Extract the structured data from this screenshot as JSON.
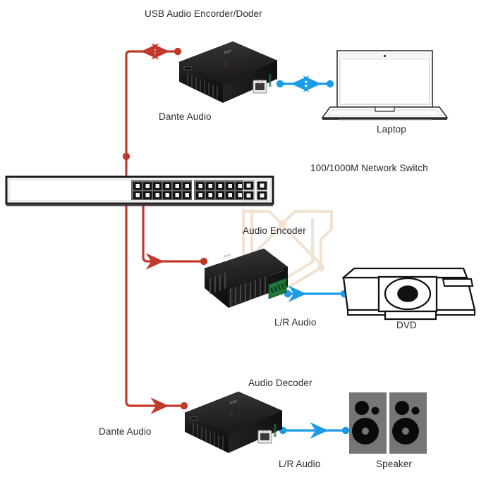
{
  "diagram": {
    "title": "USB Audio Encorder/Doder",
    "colors": {
      "link_dante": "#c0392b",
      "link_analog": "#1b9ce4",
      "device_body": "#1c1c1c",
      "speaker_body": "#767676",
      "watermark": "#f0e0d0",
      "text": "#2b2b2b"
    },
    "labels": {
      "title": "USB Audio Encorder/Doder",
      "dante_audio_top": "Dante Audio",
      "laptop": "Laptop",
      "network_switch": "100/1000M Network Switch",
      "audio_encoder": "Audio Encoder",
      "lr_audio_encoder": "L/R Audio",
      "dvd": "DVD",
      "audio_decoder": "Audio Decoder",
      "dante_audio_bottom": "Dante Audio",
      "lr_audio_decoder": "L/R Audio",
      "speaker": "Speaker"
    },
    "devices": [
      {
        "id": "usb-audio-encoder-decoder",
        "name": "USB Audio Encorder/Doder",
        "kind": "audio-converter",
        "port_out": "RJ45",
        "port_in": "USB"
      },
      {
        "id": "network-switch",
        "name": "100/1000M Network Switch",
        "kind": "network-switch",
        "port_groups": 2,
        "ports_per_group": 12,
        "sfp_ports": 4
      },
      {
        "id": "laptop",
        "name": "Laptop",
        "kind": "endpoint"
      },
      {
        "id": "audio-encoder",
        "name": "Audio Encoder",
        "kind": "audio-converter",
        "port_out": "Phoenix terminal block"
      },
      {
        "id": "dvd",
        "name": "DVD",
        "kind": "source"
      },
      {
        "id": "audio-decoder",
        "name": "Audio Decoder",
        "kind": "audio-converter",
        "port_out": "RJ45"
      },
      {
        "id": "speaker",
        "name": "Speaker",
        "kind": "output",
        "count": 2
      }
    ],
    "connections": [
      {
        "id": "switch-to-usb-encoder",
        "type": "Dante Audio",
        "color": "#c0392b",
        "arrow": "bidirectional"
      },
      {
        "id": "usb-encoder-to-laptop",
        "type": "USB",
        "color": "#1b9ce4",
        "arrow": "bidirectional"
      },
      {
        "id": "switch-to-audio-encoder",
        "type": "Dante Audio",
        "color": "#c0392b",
        "arrow": "left"
      },
      {
        "id": "dvd-to-audio-encoder",
        "type": "L/R Audio",
        "color": "#1b9ce4",
        "arrow": "left"
      },
      {
        "id": "switch-to-audio-decoder",
        "type": "Dante Audio",
        "color": "#c0392b",
        "arrow": "right"
      },
      {
        "id": "audio-decoder-to-speaker",
        "type": "L/R Audio",
        "color": "#1b9ce4",
        "arrow": "right"
      }
    ]
  }
}
